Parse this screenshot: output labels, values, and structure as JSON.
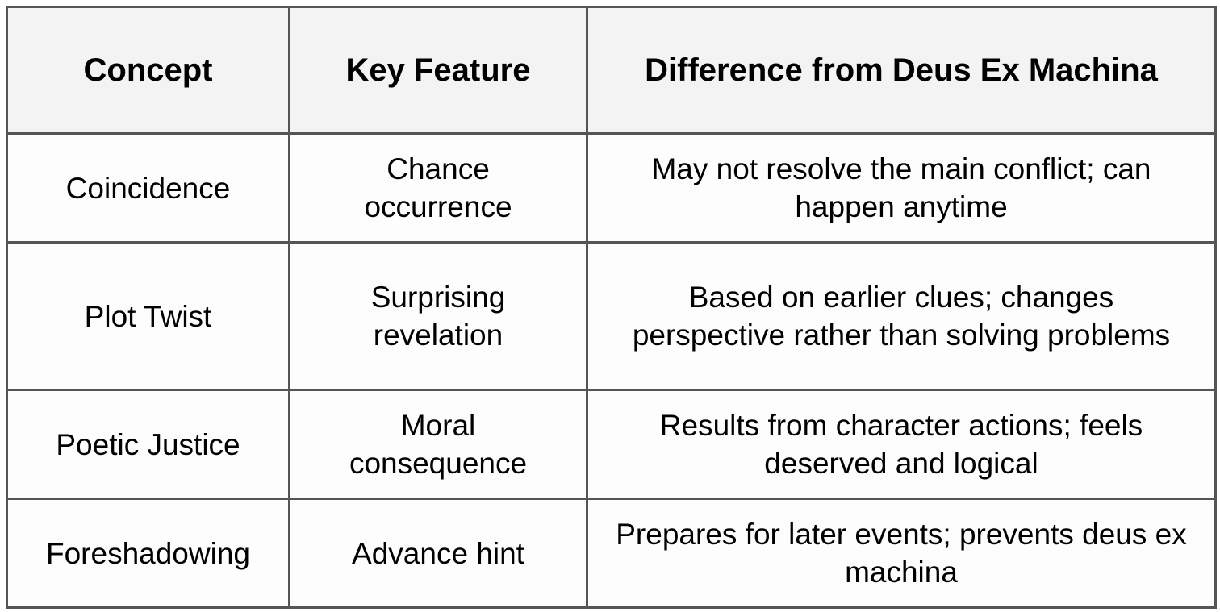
{
  "table": {
    "headers": [
      "Concept",
      "Key Feature",
      "Difference from Deus Ex Machina"
    ],
    "rows": [
      [
        "Coincidence",
        "Chance occurrence",
        "May not resolve the main conflict; can happen anytime"
      ],
      [
        "Plot Twist",
        "Surprising revelation",
        "Based on earlier clues; changes perspective rather than solving problems"
      ],
      [
        "Poetic Justice",
        "Moral consequence",
        "Results from character actions; feels deserved and logical"
      ],
      [
        "Foreshadowing",
        "Advance hint",
        "Prepares for later events; prevents deus ex machina"
      ]
    ]
  },
  "colors": {
    "border": "#555555",
    "header_bg": "#f3f3f3",
    "cell_bg": "#fdfdfd",
    "text": "#000000"
  }
}
